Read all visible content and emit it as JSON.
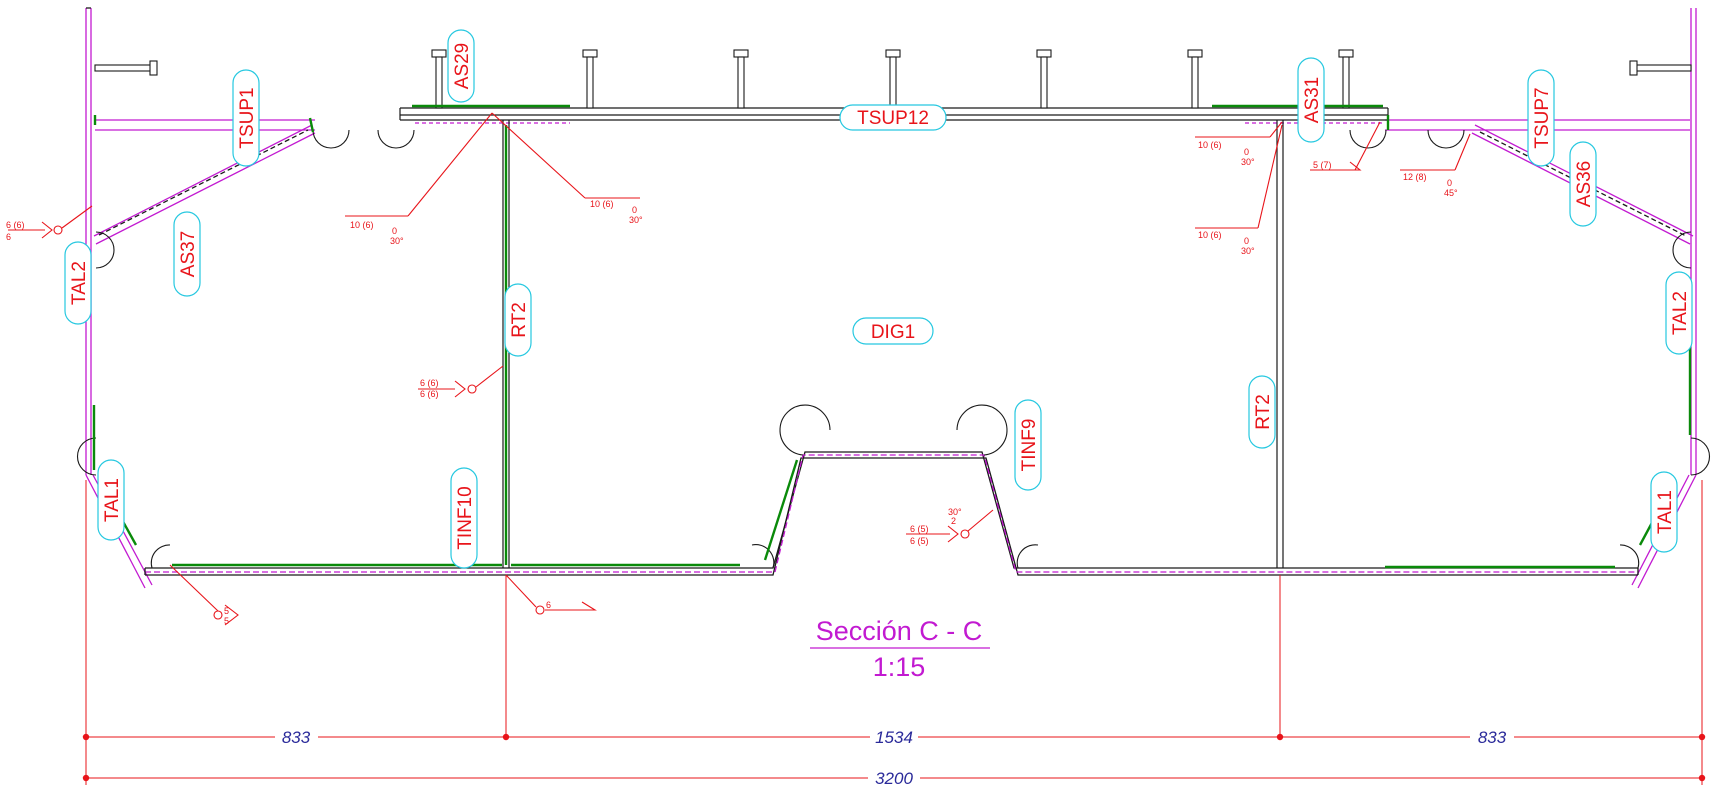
{
  "drawing": {
    "section_title": "Sección C - C",
    "scale": "1:15"
  },
  "part_labels": {
    "TSUP1": "TSUP1",
    "AS29": "AS29",
    "TSUP12": "TSUP12",
    "AS31": "AS31",
    "TSUP7": "TSUP7",
    "AS36": "AS36",
    "AS37": "AS37",
    "TAL2_left": "TAL2",
    "TAL2_right": "TAL2",
    "RT2_left": "RT2",
    "RT2_right": "RT2",
    "DIG1": "DIG1",
    "TINF9": "TINF9",
    "TINF10": "TINF10",
    "TAL1_left": "TAL1",
    "TAL1_right": "TAL1"
  },
  "weld_notes": {
    "w_left_top": "6 (6)",
    "w_left_bot": "6",
    "w_as29_size": "10 (6)",
    "w_as29_ang1": "0",
    "w_as29_ang2": "30°",
    "w_mid_size": "10 (6)",
    "w_mid_ang1": "0",
    "w_mid_ang2": "30°",
    "w_rt2_top": "6 (6)",
    "w_rt2_bot": "6 (6)",
    "w_as31a_size": "10 (6)",
    "w_as31a_ang1": "0",
    "w_as31a_ang2": "30°",
    "w_as31b_size": "10 (6)",
    "w_as31b_ang1": "0",
    "w_as31b_ang2": "30°",
    "w_tsup7_size": "5 (7)",
    "w_as36_size": "12 (8)",
    "w_as36_ang1": "0",
    "w_as36_ang2": "45°",
    "w_tinf9_top": "6 (5)",
    "w_tinf9_bot": "6 (5)",
    "w_tinf9_ang1": "30°",
    "w_tinf9_ang2": "2",
    "w_bl_top": "5",
    "w_bl_bot": "5",
    "w_bc": "6"
  },
  "dimensions": {
    "seg_left": "833",
    "seg_mid": "1534",
    "seg_right": "833",
    "total": "3200"
  },
  "colors": {
    "plate_outline": "#1a1a1a",
    "plate_magenta": "#c21ad1",
    "weld_green": "#0a8a0a",
    "annotation_red": "#e8141a",
    "label_box": "#26c8e0",
    "dimension_text": "#2a2a9a"
  }
}
